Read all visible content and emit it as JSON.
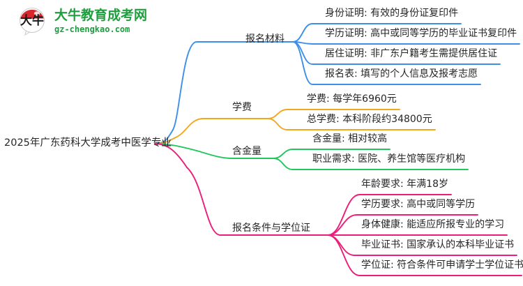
{
  "logo": {
    "mark_name": "daniu-circular-badge",
    "mark_text": "大牛",
    "title": "大牛教育成考网",
    "subtitle": "gz-chengkao.com",
    "brand_color": "#1e9e3e",
    "mark_color": "#d9262c"
  },
  "mindmap": {
    "root": "2025年广东药科大学成考中医学专业",
    "branches": [
      {
        "label": "报名材料",
        "color": "#3d8fe8",
        "leaves": [
          "身份证明: 有效的身份证复印件",
          "学历证明: 高中或同等学历的毕业证书复印件",
          "居住证明: 非广东户籍考生需提供居住证",
          "报名表: 填写的个人信息及报考志愿"
        ]
      },
      {
        "label": "学费",
        "color": "#f0a81e",
        "leaves": [
          "学费: 每学年6960元",
          "总学费: 本科阶段约34800元"
        ]
      },
      {
        "label": "含金量",
        "color": "#22c55e",
        "leaves": [
          "含金量: 相对较高",
          "职业需求: 医院、养生馆等医疗机构"
        ]
      },
      {
        "label": "报名条件与学位证",
        "color": "#ed1e79",
        "leaves": [
          "年龄要求: 年满18岁",
          "学历要求: 高中或同等学历",
          "身体健康: 能适应所报专业的学习",
          "毕业证书: 国家承认的本科毕业证书",
          "学位证: 符合条件可申请学士学位证书"
        ]
      }
    ]
  }
}
